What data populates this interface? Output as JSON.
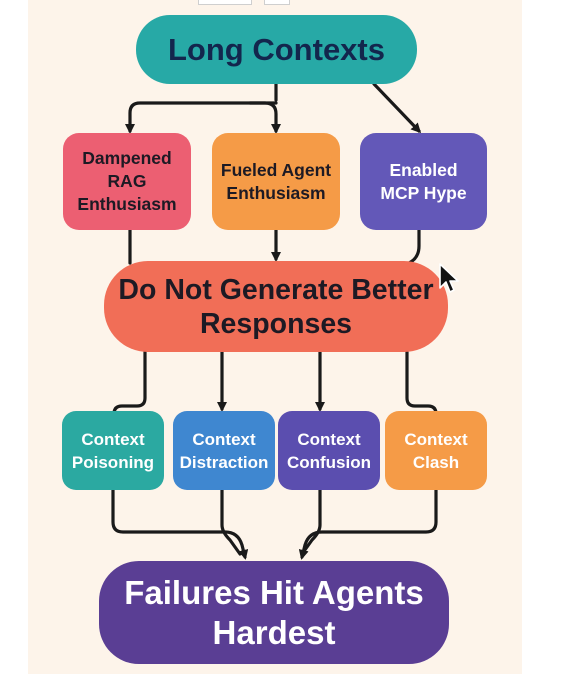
{
  "diagram": {
    "root": {
      "label": "Long Contexts",
      "color": "#27a9a6"
    },
    "effects": [
      {
        "label": "Dampened RAG Enthusiasm",
        "color": "#ec5f72"
      },
      {
        "label": "Fueled Agent Enthusiasm",
        "color": "#f59b47"
      },
      {
        "label": "Enabled MCP Hype",
        "color": "#6358b8"
      }
    ],
    "problem": {
      "label": "Do Not Generate Better Responses",
      "color": "#f16e57"
    },
    "failure_modes": [
      {
        "label": "Context Poisoning",
        "color": "#2ba9a1"
      },
      {
        "label": "Context Distraction",
        "color": "#3f87d0"
      },
      {
        "label": "Context Confusion",
        "color": "#5b4eaf"
      },
      {
        "label": "Context Clash",
        "color": "#f59b47"
      }
    ],
    "outcome": {
      "label": "Failures Hit Agents Hardest",
      "color": "#5a3e94"
    }
  }
}
